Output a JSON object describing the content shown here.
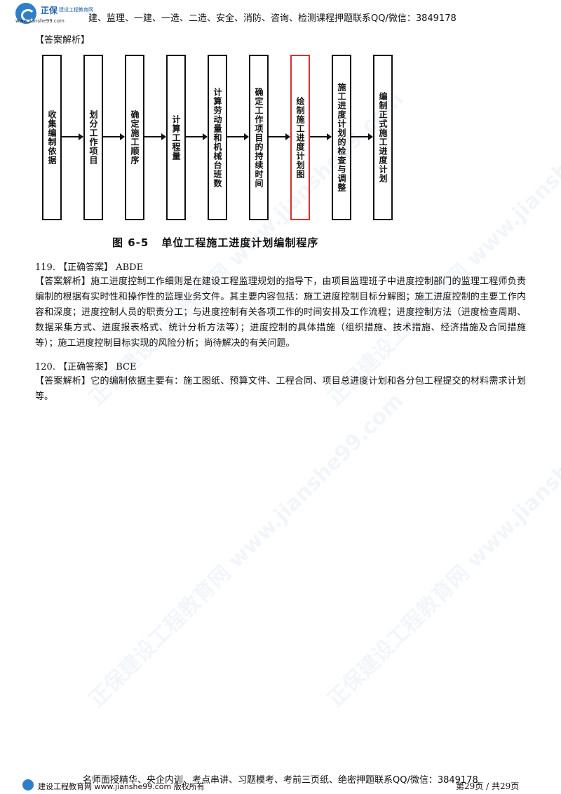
{
  "header": {
    "brand_name": "正保",
    "brand_sub": "建设工程教育网",
    "brand_url": "www.jianshe99.com",
    "text": "建、监理、一建、一造、二造、安全、消防、咨询、检测课程押题联系QQ/微信：3849178"
  },
  "section_label": "【答案解析】",
  "flowchart": {
    "steps": [
      "收集编制依据",
      "划分工作项目",
      "确定施工顺序",
      "计算工程量",
      "计算劳动量和机械台班数",
      "确定工作项目的持续时间",
      "绘制施工进度计划图",
      "施工进度计划的检查与调整",
      "编制正式施工进度计划"
    ],
    "highlight_index": 6,
    "highlight_color": "#d63030",
    "caption_number": "图 6-5",
    "caption_title": "单位工程施工进度计划编制程序"
  },
  "q119": {
    "line": "119. 【正确答案】 ABDE",
    "explanation": "【答案解析】施工进度控制工作细则是在建设工程监理规划的指导下，由项目监理班子中进度控制部门的监理工程师负责编制的根据有实时性和操作性的监理业务文件。其主要内容包括：施工进度控制目标分解图；施工进度控制的主要工作内容和深度；进度控制人员的职责分工；与进度控制有关各项工作的时间安排及工作流程；进度控制方法（进度检查周期、数据采集方式、进度报表格式、统计分析方法等）；进度控制的具体措施（组织措施、技术措施、经济措施及合同措施等）；施工进度控制目标实现的风险分析；尚待解决的有关问题。"
  },
  "q120": {
    "line": "120. 【正确答案】 BCE",
    "explanation": "【答案解析】它的编制依据主要有：施工图纸、预算文件、工程合同、项目总进度计划和各分包工程提交的材料需求计划等。"
  },
  "watermark": "正保建设工程教育网 www.jianshe99.com",
  "footer": {
    "text": "名师面授精华、央企内训、考点串讲、习题模考、考前三页纸、绝密押题联系QQ/微信：3849178",
    "brand": "建设工程教育网 www.jianshe99.com 版权所有",
    "page": "第29页 / 共29页"
  },
  "colors": {
    "brand_blue": "#2f7fc8"
  }
}
